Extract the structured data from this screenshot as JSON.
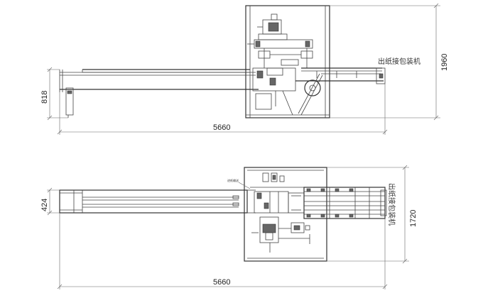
{
  "side_view": {
    "label": "出纸接包装机",
    "dim_total_length": "5660",
    "dim_height": "1960",
    "dim_conveyor_height": "818"
  },
  "top_view": {
    "label": "出纸接包装机",
    "small_label": "进纸输送",
    "dim_total_length": "5660",
    "dim_width": "1720",
    "dim_conveyor_width": "424"
  }
}
